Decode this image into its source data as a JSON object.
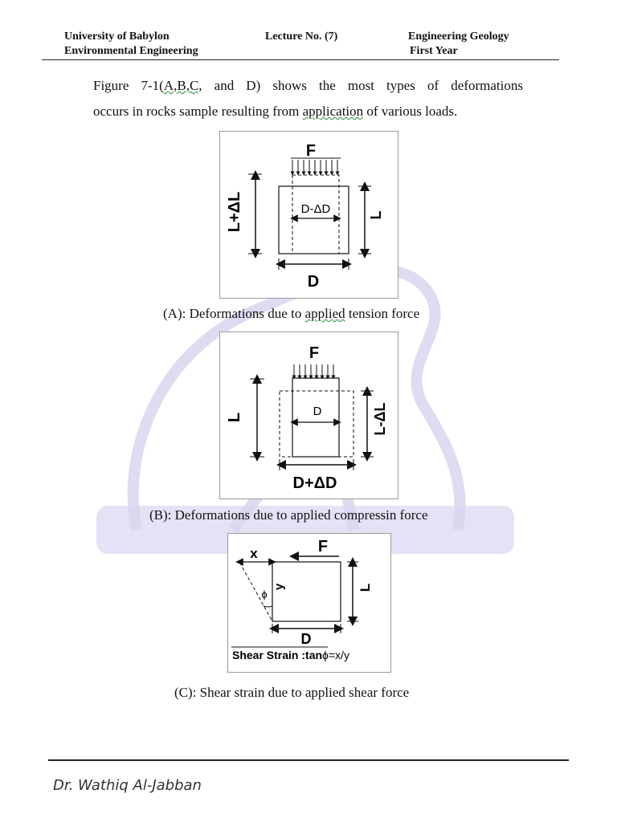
{
  "header": {
    "left_line1": "University of Babylon",
    "left_line2": "Environmental Engineering",
    "center_line1": "Lecture No. (7)",
    "right_line1": "Engineering Geology",
    "right_line2": "First Year"
  },
  "intro": {
    "line1_pre": "Figure 7-1(",
    "line1_link": "A,B,C,",
    "line1_post": " and D) shows the most types of deformations",
    "line2_pre": "occurs in rocks sample resulting from ",
    "line2_link": "application",
    "line2_post": " of various loads."
  },
  "figure_a": {
    "force": "F",
    "left_dim": "L+ΔL",
    "inner_dim": "D-ΔD",
    "right_dim": "L",
    "bottom_dim": "D",
    "caption_pre": "(A): Deformations due to ",
    "caption_link": "applied",
    "caption_post": " tension force"
  },
  "figure_b": {
    "force": "F",
    "left_dim": "L",
    "inner_dim": "D",
    "right_dim": "L-ΔL",
    "bottom_dim": "D+ΔD",
    "caption": "(B): Deformations due to applied compressin force"
  },
  "figure_c": {
    "x_label": "x",
    "force": "F",
    "y_label": "y",
    "angle": "ϕ",
    "right_dim": "L",
    "bottom_dim": "D",
    "formula_label": "Shear Strain :",
    "formula_tan": "tan",
    "formula_rest": "ϕ=x/y",
    "caption": "(C): Shear strain due to applied shear force"
  },
  "footer": {
    "author": "Dr. Wathiq Al-Jabban"
  },
  "colors": {
    "watermark": "#c9c6e6",
    "underline": "#2a8a3a"
  }
}
